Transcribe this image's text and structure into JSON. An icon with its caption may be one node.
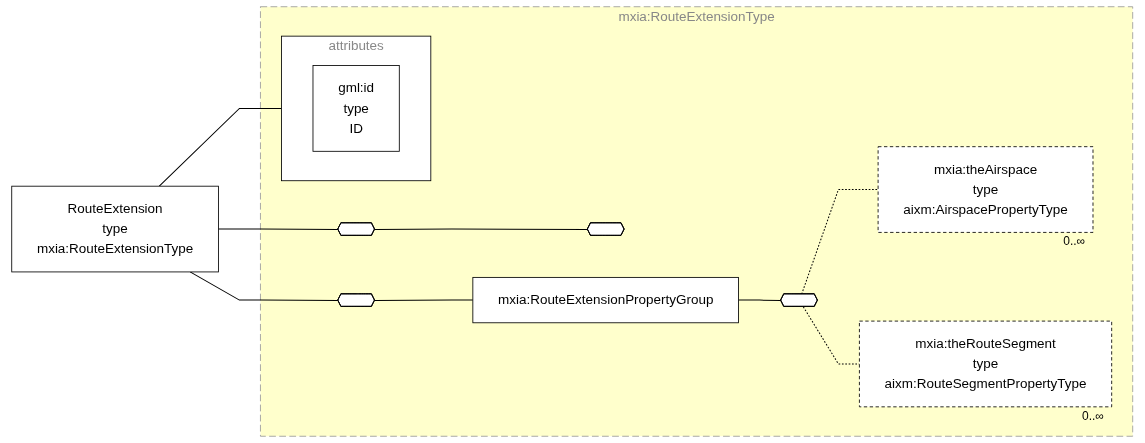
{
  "diagram": {
    "nodes": [
      {
        "text": [
          "RouteExtension",
          "type",
          "mxia:RouteExtensionType"
        ]
      },
      {
        "text": [
          "mxia:RouteExtensionType"
        ]
      },
      {
        "text": [
          "attributes"
        ],
        "in": 1
      },
      {
        "text": [
          "gml:id",
          "type",
          "ID"
        ],
        "in": 2
      },
      {
        "text": [],
        "shape": "octagon",
        "in": 1
      },
      {
        "text": [],
        "shape": "octagon",
        "in": 1
      },
      {
        "text": [],
        "shape": "octagon",
        "in": 1
      },
      {
        "text": [
          "mxia:RouteExtensionPropertyGroup"
        ],
        "in": 1
      },
      {
        "text": [],
        "shape": "octagon",
        "in": 1
      },
      {
        "text": [
          "mxia:theAirspace",
          "type",
          "aixm:AirspacePropertyType"
        ],
        "beside": [
          "0..∞"
        ],
        "in": 1
      },
      {
        "text": [
          "mxia:theRouteSegment",
          "type",
          "aixm:RouteSegmentPropertyType"
        ],
        "beside": [
          "0..∞"
        ],
        "in": 1
      }
    ],
    "edges": [
      {
        "from": 0,
        "to": 2,
        "arrow": "none"
      },
      {
        "from": 0,
        "to": 4,
        "arrow": "none"
      },
      {
        "from": 0,
        "to": 6,
        "arrow": "none"
      },
      {
        "from": 4,
        "to": 5,
        "arrow": "none"
      },
      {
        "from": 6,
        "to": 7,
        "arrow": "none"
      },
      {
        "from": 7,
        "to": 8,
        "arrow": "none"
      },
      {
        "from": 8,
        "to": 9,
        "arrow": "none",
        "style": "dashed"
      },
      {
        "from": 8,
        "to": 10,
        "arrow": "none",
        "style": "dashed"
      }
    ]
  }
}
